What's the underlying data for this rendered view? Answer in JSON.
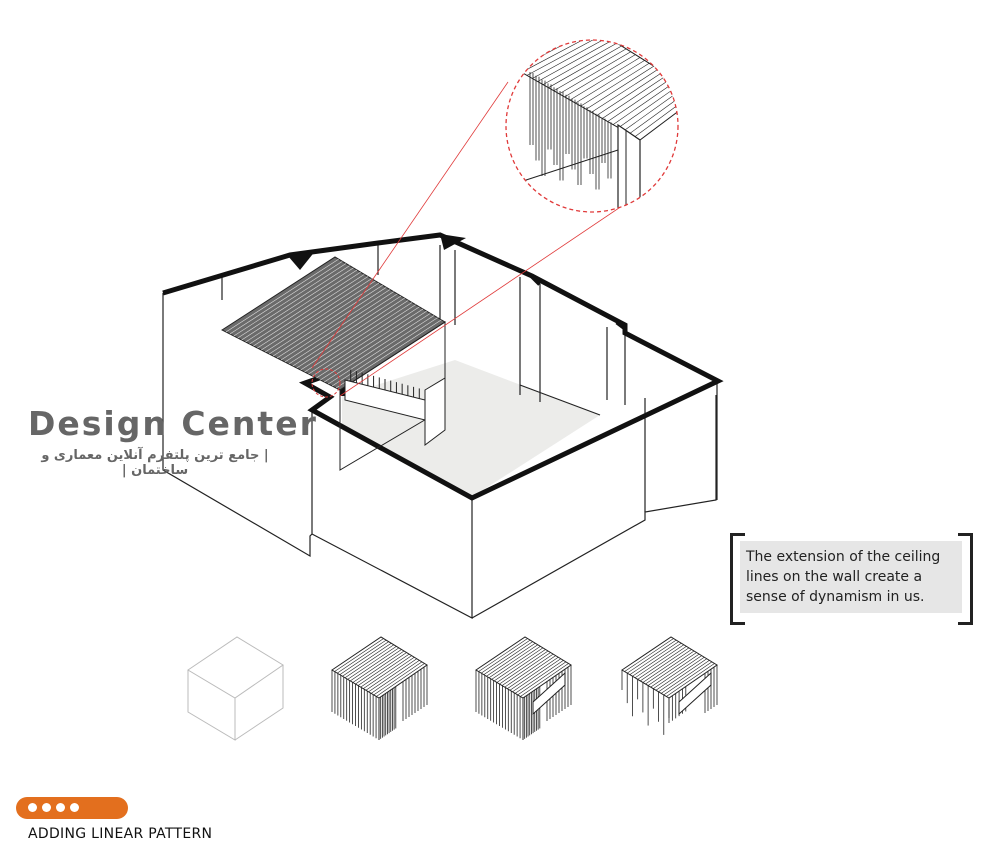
{
  "watermark": {
    "title": "Design Center",
    "subtitle": "| جامع ترین پلتفرم آنلاین معماری و ساختمان |"
  },
  "note": {
    "text": "The extension of the ceiling lines on the wall create a sense of dynamism in us."
  },
  "caption": {
    "label": "ADDING LINEAR PATTERN"
  },
  "stepper": {
    "dots": 4
  },
  "colors": {
    "accent": "#e36f1e",
    "callout_line": "#e03a3a",
    "note_bg": "#e6e6e6",
    "floor": "#ececea"
  },
  "diagram": {
    "stages": 4
  }
}
